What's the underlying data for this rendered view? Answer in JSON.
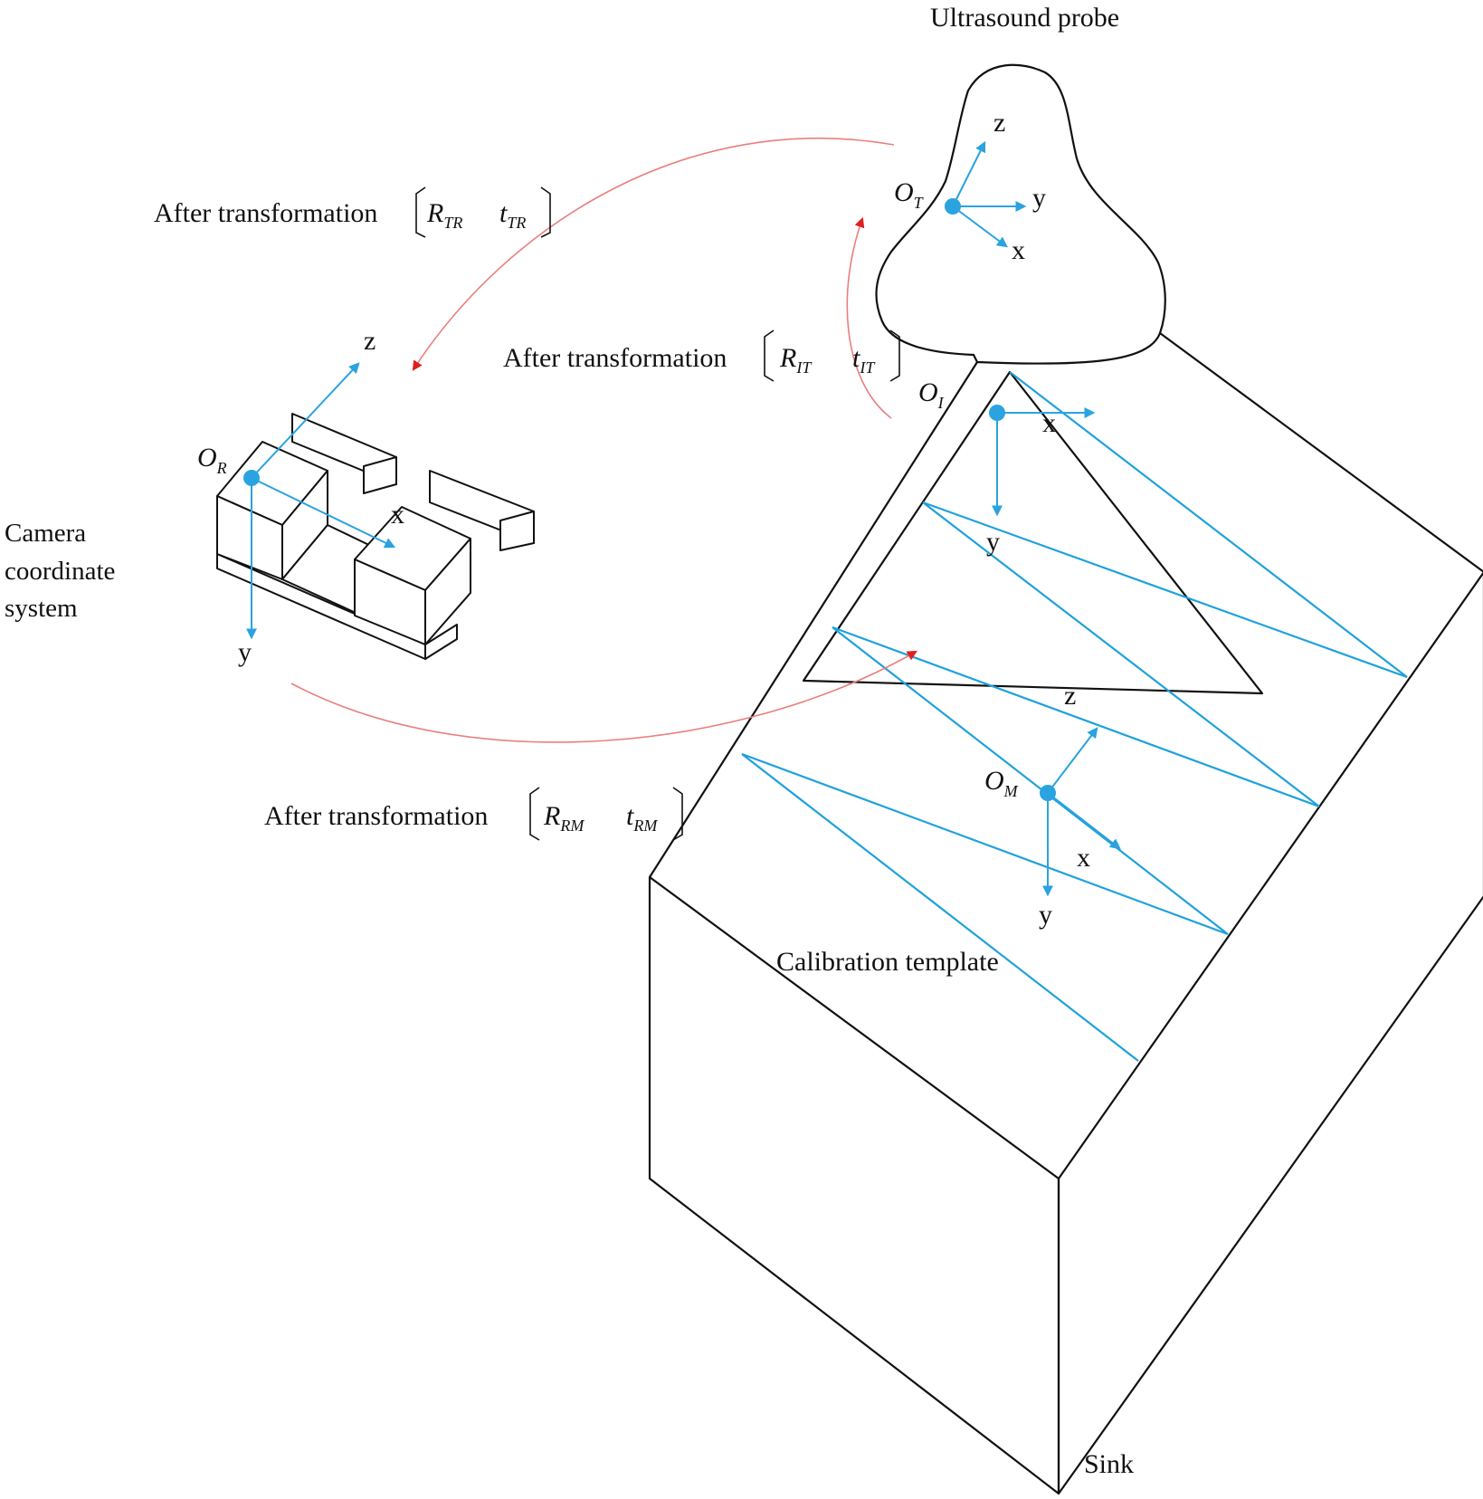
{
  "labels": {
    "probe": "Ultrasound probe",
    "camera_line1": "Camera",
    "camera_line2": "coordinate",
    "camera_line3": "system",
    "calibration": "Calibration  template",
    "sink": "Sink"
  },
  "transforms": {
    "tr": {
      "text": "After transformation",
      "R": "R",
      "R_sub": "TR",
      "t": "t",
      "t_sub": "TR"
    },
    "it": {
      "text": "After transformation",
      "R": "R",
      "R_sub": "IT",
      "t": "t",
      "t_sub": "IT"
    },
    "rm": {
      "text": "After transformation",
      "R": "R",
      "R_sub": "RM",
      "t": "t",
      "t_sub": "RM"
    }
  },
  "origins": {
    "T": {
      "letter": "O",
      "sub": "T"
    },
    "I": {
      "letter": "O",
      "sub": "I"
    },
    "R": {
      "letter": "O",
      "sub": "R"
    },
    "M": {
      "letter": "O",
      "sub": "M"
    }
  },
  "axes": {
    "x": "x",
    "y": "y",
    "z": "z"
  },
  "colors": {
    "axis": "#2aa3e0",
    "beam": "#1ea1dd",
    "arc": "#e97f7f",
    "arrow": "#e02020"
  }
}
